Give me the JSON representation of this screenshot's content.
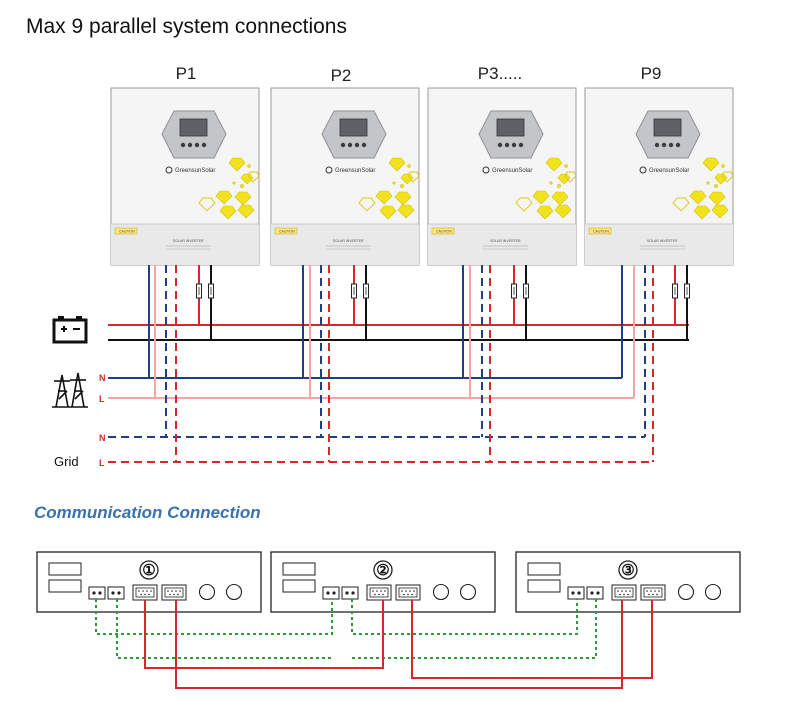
{
  "title": "Max 9 parallel system connections",
  "inverters": [
    {
      "label": "P1",
      "brand": "GreensunSolar",
      "panel_title": "SOLAR INVERTER",
      "panel_sub": "Pure Sine Wave Inverter With Solar",
      "caution": "CAUTION"
    },
    {
      "label": "P2",
      "brand": "GreensunSolar",
      "panel_title": "SOLAR INVERTER",
      "panel_sub": "Pure Sine Wave Inverter With Solar",
      "caution": "CAUTION"
    },
    {
      "label": "P3.....",
      "brand": "GreensunSolar",
      "panel_title": "SOLAR INVERTER",
      "panel_sub": "Pure Sine Wave Inverter With Solar",
      "caution": "CAUTION"
    },
    {
      "label": "P9",
      "brand": "GreensunSolar",
      "panel_title": "SOLAR INVERTER",
      "panel_sub": "Pure Sine Wave Inverter With Solar",
      "caution": "CAUTION"
    }
  ],
  "bus_labels": {
    "load_n": "N",
    "load_l": "L",
    "grid_n": "N",
    "grid_l": "L",
    "grid_word": "Grid"
  },
  "icons": {
    "battery": "battery-icon",
    "load": "transmission-tower-icon"
  },
  "colors": {
    "battery_pos": "#d9262a",
    "battery_neg": "#111111",
    "load_n": "#1f3e86",
    "load_l": "#f2a6a6",
    "grid_n": "#1f3e86",
    "grid_l": "#d9262a",
    "comm_green": "#2e9a3c",
    "comm_red": "#d9262a"
  },
  "communication": {
    "title": "Communication Connection",
    "units": [
      {
        "number": "①"
      },
      {
        "number": "②"
      },
      {
        "number": "③"
      }
    ]
  }
}
